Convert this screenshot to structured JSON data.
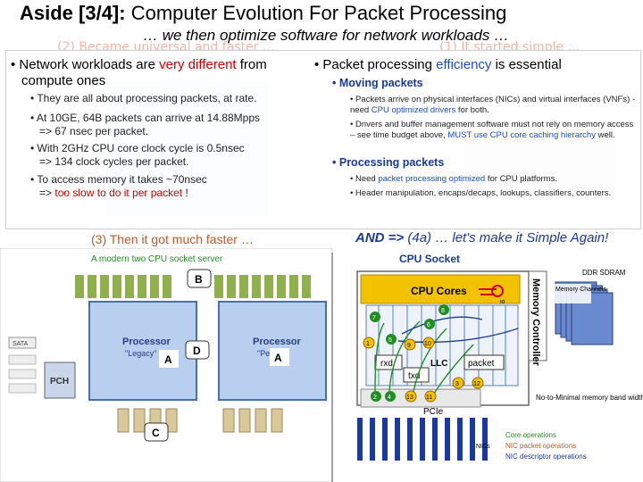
{
  "title": {
    "bold": "Aside [3/4]:",
    "rest": " Computer Evolution For Packet Processing"
  },
  "subtitle": "… we then optimize software for network workloads …",
  "faded_left": "(2) Became universal and faster …",
  "faded_right": "(1) It started simple …",
  "left": {
    "b1_pre": "Network workloads are ",
    "b1_red": "very different",
    "b1_post": " from",
    "b1_line2": "compute ones",
    "items": [
      {
        "text": "They are all about processing packets, at rate."
      },
      {
        "text": "At 10GE, 64B packets can arrive at 14.88Mpps",
        "line2": "=> 67 nsec per packet."
      },
      {
        "text": "With 2GHz CPU core clock cycle is 0.5nsec",
        "line2": "=> 134 clock cycles per packet."
      },
      {
        "text": "To access memory it takes ~70nsec",
        "line2_pre": "=> ",
        "line2_red": "too slow to do it per packet",
        "line2_post": " !"
      }
    ]
  },
  "right": {
    "b1_pre": "Packet processing ",
    "b1_blue": "efficiency",
    "b1_post": " is essential",
    "moving": "Moving packets",
    "moving_items": [
      {
        "pre": "Packets arrive on physical interfaces (NICs) and virtual interfaces (VNFs) - need ",
        "hl": "CPU optimized drivers",
        "post": " for both."
      },
      {
        "pre": "Drivers and buffer management software must not rely on memory access – see time budget above, ",
        "hl": "MUST use CPU core caching hierarchy",
        "post": " well."
      }
    ],
    "processing": "Processing packets",
    "processing_items": [
      {
        "pre": "Need ",
        "hl": "packet processing optimized",
        "post": " for CPU platforms."
      },
      {
        "pre": "Header manipulation, encaps/decaps, lookups, classifiers, counters.",
        "hl": "",
        "post": ""
      }
    ]
  },
  "heading3": "(3) Then it got much faster …",
  "and_arrow": "AND =>",
  "heading4": "(4a) … let's make it Simple Again!",
  "server_label": "A modern two CPU socket server",
  "cpu_socket": "CPU Socket",
  "ddr": "DDR SDRAM",
  "cpu_cores": "CPU Cores",
  "memory_controller": "Memory Controller",
  "memory_channels": "Memory Channels",
  "rxd": "rxd",
  "txd": "txd",
  "llc": "LLC",
  "packet": "packet",
  "pcie": "PCIe",
  "nics": "NICs",
  "no_mem_bw": "No-to-Minimal memory band width per packet.",
  "core_ops": "Core operations",
  "nic_pkt_ops": "NIC packet operations",
  "nic_desc_ops": "NIC descriptor operations",
  "proc_left": "Processor",
  "proc_left_sub": "\"Legacy\"",
  "proc_right": "Processor",
  "proc_right_sub": "\"Peer\"",
  "pch": "PCH",
  "sata": "SATA",
  "letters": {
    "a1": "A",
    "a2": "A",
    "b": "B",
    "c": "C",
    "d": "D"
  },
  "steps": [
    "1",
    "2",
    "3",
    "4",
    "5",
    "6",
    "7",
    "8",
    "9",
    "10",
    "11",
    "12",
    "13"
  ],
  "io": "io",
  "colors": {
    "faded": "#f3b7a5",
    "red": "#d00000",
    "blue": "#1f4fbf",
    "green": "#1f8f1f",
    "orange": "#c05a28",
    "yellow": "#f2c200",
    "navy": "#1a3a9a"
  }
}
